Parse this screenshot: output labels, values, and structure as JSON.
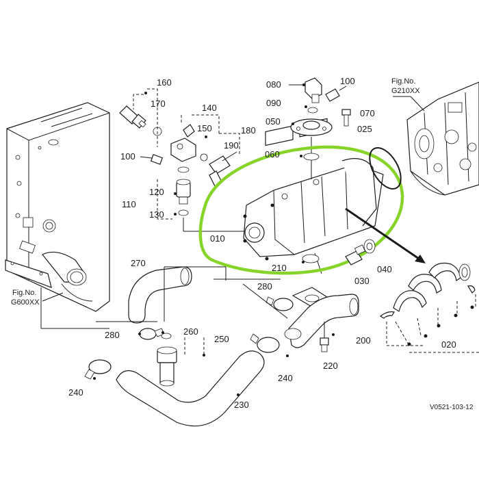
{
  "callouts": {
    "p160": "160",
    "p170": "170",
    "p140": "140",
    "p150": "150",
    "p180": "180",
    "p190": "190",
    "p100a": "100",
    "p100b": "100",
    "p120": "120",
    "p110": "110",
    "p130": "130",
    "p080": "080",
    "p090": "090",
    "p050": "050",
    "p060": "060",
    "p070": "070",
    "p025": "025",
    "p010": "010",
    "p210": "210",
    "p040": "040",
    "p030": "030",
    "p270": "270",
    "p280a": "280",
    "p280b": "280",
    "p260": "260",
    "p250": "250",
    "p200": "200",
    "p220": "220",
    "p240a": "240",
    "p240b": "240",
    "p230": "230",
    "p020": "020"
  },
  "figure_refs": {
    "top_right_line1": "Fig.No.",
    "top_right_line2": "G210XX",
    "left_line1": "Fig.No.",
    "left_line2": "G600XX"
  },
  "drawing_code": "V0521-103-12",
  "colors": {
    "line": "#1a1a1a",
    "highlight": "#86d42a",
    "background": "#ffffff"
  }
}
